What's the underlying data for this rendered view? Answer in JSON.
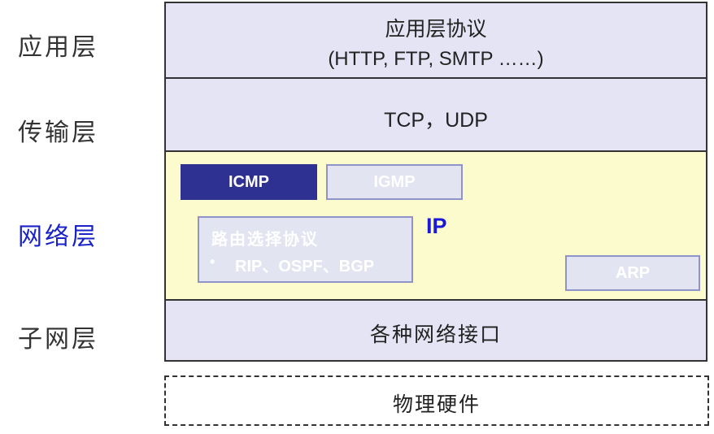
{
  "side_labels": {
    "application": "应用层",
    "transport": "传输层",
    "network": "网络层",
    "subnet": "子网层"
  },
  "layers": {
    "application": {
      "title": "应用层协议",
      "protocols": "(HTTP, FTP, SMTP ……)"
    },
    "transport": {
      "protocols": "TCP，UDP"
    },
    "network": {
      "icmp": "ICMP",
      "igmp": "IGMP",
      "ip": "IP",
      "routing_title": "路由选择协议",
      "routing_bullet": "•",
      "routing_protocols": "RIP、OSPF、BGP",
      "arp": "ARP"
    },
    "subnet": {
      "title": "各种网络接口"
    },
    "physical": {
      "title": "物理硬件"
    }
  },
  "colors": {
    "layer_fill": "#e4e4f4",
    "network_fill": "#fcfbcd",
    "icmp_fill": "#2e3191",
    "network_label": "#1a23c8",
    "ip_text": "#1a1ad6"
  }
}
